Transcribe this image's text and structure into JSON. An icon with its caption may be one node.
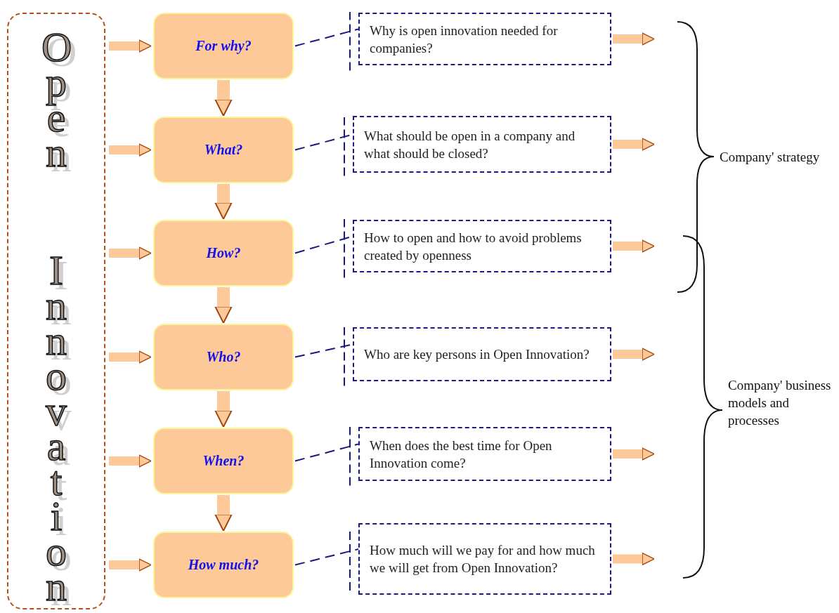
{
  "diagram": {
    "nodes": [
      {
        "text": [
          "Open",
          "Innovation"
        ]
      },
      {
        "text": [
          "For why?"
        ]
      },
      {
        "text": [
          "What?"
        ]
      },
      {
        "text": [
          "How?"
        ]
      },
      {
        "text": [
          "Who?"
        ]
      },
      {
        "text": [
          "When?"
        ]
      },
      {
        "text": [
          "How much?"
        ]
      },
      {
        "text": [
          "Why is open innovation needed for companies?"
        ]
      },
      {
        "text": [
          "What should be open in a company and what should be closed?"
        ]
      },
      {
        "text": [
          "How to open and how to avoid problems created by openness"
        ]
      },
      {
        "text": [
          "Who are key persons in Open Innovation?"
        ]
      },
      {
        "text": [
          "When does the best time for Open Innovation come?"
        ]
      },
      {
        "text": [
          "How much will we pay for and how much we will get from Open Innovation?"
        ]
      }
    ],
    "edges": [
      {
        "from": 0,
        "to": 1,
        "arrow": "to"
      },
      {
        "from": 0,
        "to": 2,
        "arrow": "to"
      },
      {
        "from": 0,
        "to": 3,
        "arrow": "to"
      },
      {
        "from": 0,
        "to": 4,
        "arrow": "to"
      },
      {
        "from": 0,
        "to": 5,
        "arrow": "to"
      },
      {
        "from": 0,
        "to": 6,
        "arrow": "to"
      },
      {
        "from": 1,
        "to": 2,
        "arrow": "to"
      },
      {
        "from": 2,
        "to": 3,
        "arrow": "to"
      },
      {
        "from": 3,
        "to": 4,
        "arrow": "to"
      },
      {
        "from": 4,
        "to": 5,
        "arrow": "to"
      },
      {
        "from": 5,
        "to": 6,
        "arrow": "to"
      },
      {
        "from": 1,
        "to": 7,
        "arrow": "other",
        "style": "dashed",
        "color": "#1a1a80"
      },
      {
        "from": 2,
        "to": 8,
        "arrow": "other",
        "style": "dashed",
        "color": "#1a1a80"
      },
      {
        "from": 3,
        "to": 9,
        "arrow": "other",
        "style": "dashed",
        "color": "#1a1a80"
      },
      {
        "from": 4,
        "to": 10,
        "arrow": "other",
        "style": "dashed",
        "color": "#1a1a80"
      },
      {
        "from": 5,
        "to": 11,
        "arrow": "other",
        "style": "dashed",
        "color": "#1a1a80"
      },
      {
        "from": 6,
        "to": 12,
        "arrow": "other",
        "style": "dashed",
        "color": "#1a1a80"
      },
      {
        "from": 7,
        "to": null,
        "arrow": "to"
      },
      {
        "from": 8,
        "to": null,
        "arrow": "to"
      },
      {
        "from": 9,
        "to": null,
        "arrow": "to"
      },
      {
        "from": 10,
        "to": null,
        "arrow": "to"
      },
      {
        "from": 11,
        "to": null,
        "arrow": "to"
      },
      {
        "from": 12,
        "to": null,
        "arrow": "to"
      }
    ],
    "labels": [
      "Company' strategy",
      "Company' business models and processes"
    ]
  }
}
